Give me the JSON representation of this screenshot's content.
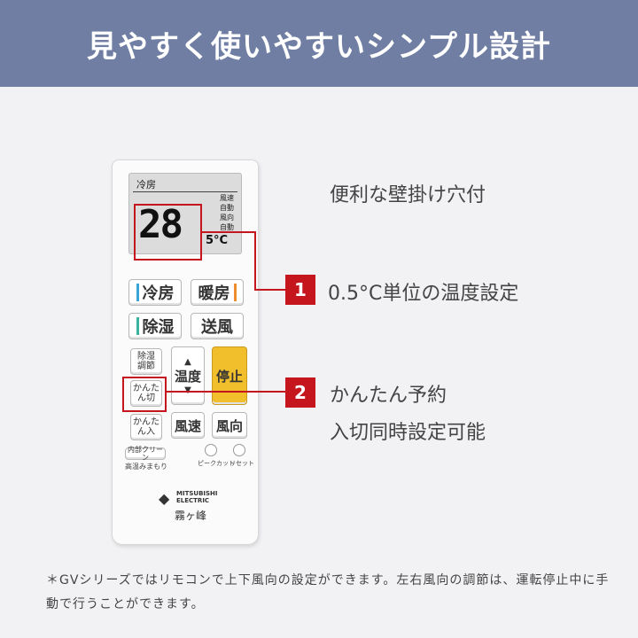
{
  "header": {
    "title": "見やすく使いやすいシンプル設計"
  },
  "remote": {
    "lcd": {
      "mode": "冷房",
      "temp": "28",
      "temp_unit": "5°C",
      "side": [
        "風速",
        "自動",
        "風向",
        "自動"
      ]
    },
    "buttons": {
      "cool": "冷房",
      "heat": "暖房",
      "dehumid": "除湿",
      "fan": "送風",
      "dehumid_adjust": "除湿調節",
      "temp": "温度",
      "stop": "停止",
      "timer_off": "かんたん切",
      "timer_on": "かんたん入",
      "fan_speed": "風速",
      "fan_dir": "風向",
      "clean": "内部クリーン",
      "clean_sub": "高温みまもり",
      "peak_cut": "ピークカット",
      "reset": "リセット"
    },
    "brand": {
      "name": "MITSUBISHI ELECTRIC",
      "series": "霧ヶ峰"
    }
  },
  "features": [
    {
      "text": "便利な壁掛け穴付"
    },
    {
      "number": "1",
      "text": "0.5°C単位の温度設定"
    },
    {
      "number": "2",
      "line1": "かんたん予約",
      "line2": "入切同時設定可能"
    }
  ],
  "note": "＊GVシリーズではリモコンで上下風向の設定ができます。左右風向の調節は、運転停止中に手動で行うことができます。",
  "colors": {
    "header_bg": "#6f7ea2",
    "accent_red": "#c4161c",
    "stop_yellow": "#f1be2c"
  }
}
